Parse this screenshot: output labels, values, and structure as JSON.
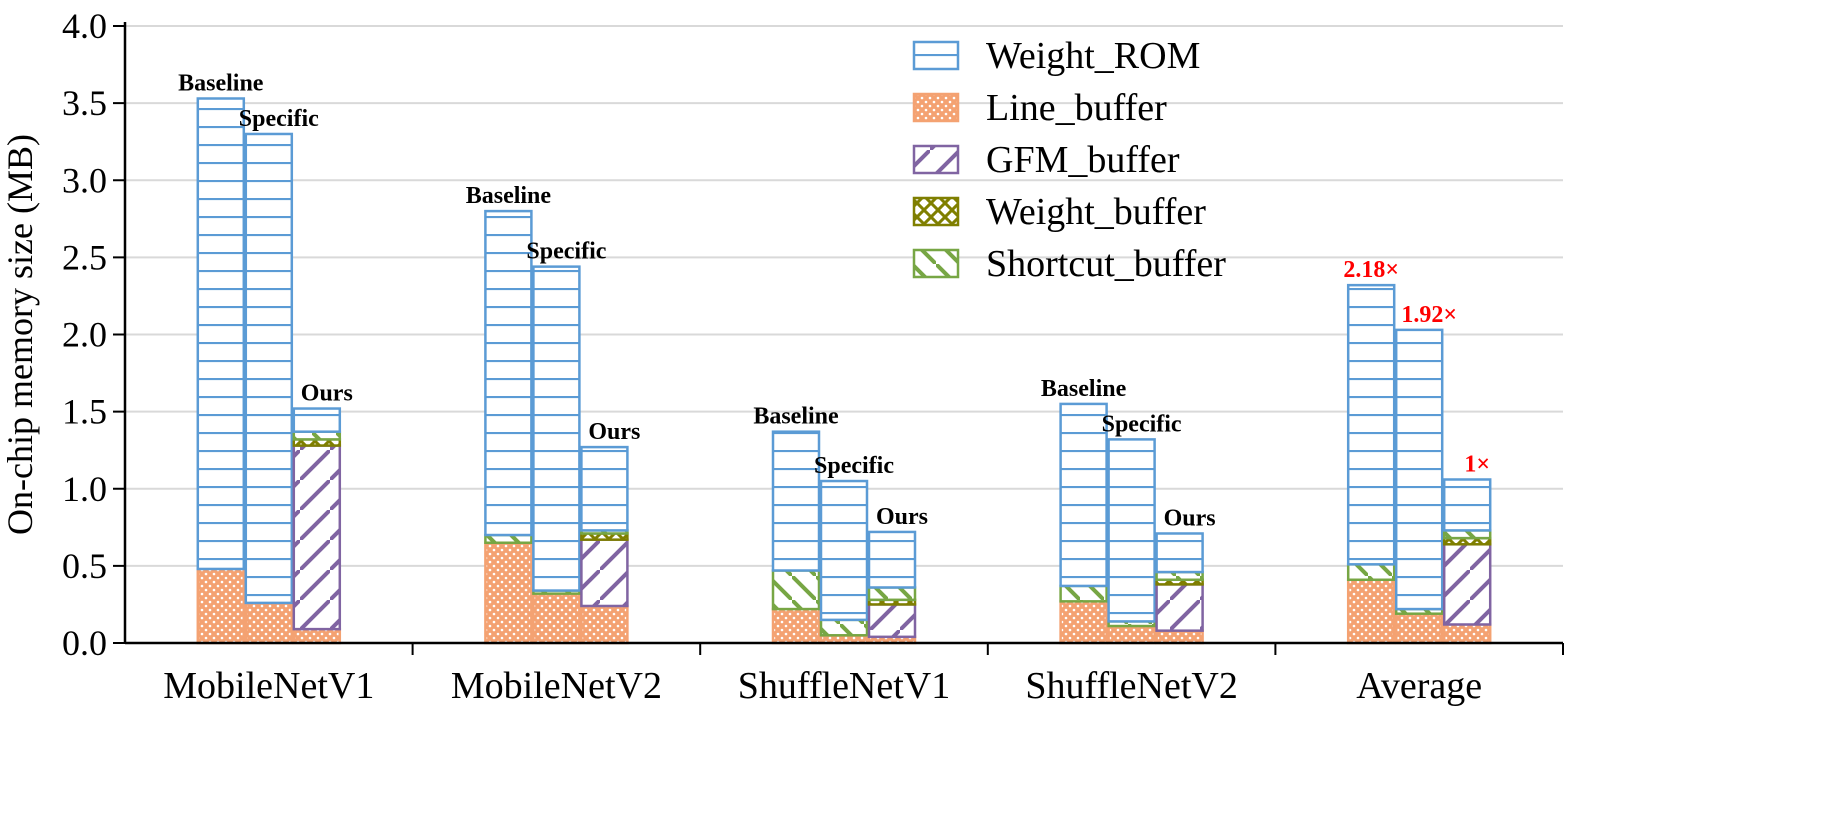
{
  "chart_data": {
    "type": "bar",
    "stacked": true,
    "xlabel": "",
    "ylabel": "On-chip memory size (MB)",
    "ylim": [
      0,
      4.0
    ],
    "yticks": [
      "0.0",
      "0.5",
      "1.0",
      "1.5",
      "2.0",
      "2.5",
      "3.0",
      "3.5",
      "4.0"
    ],
    "grid": true,
    "legend_position": "top-right",
    "groups": [
      "MobileNetV1",
      "MobileNetV2",
      "ShuffleNetV1",
      "ShuffleNetV2",
      "Average"
    ],
    "variants": [
      "Baseline",
      "Specific",
      "Ours"
    ],
    "series": [
      {
        "name": "Weight_ROM",
        "color": "#5b9bd5",
        "pattern": "hlines",
        "values": [
          [
            3.05,
            3.04,
            0.15
          ],
          [
            2.1,
            2.1,
            0.54
          ],
          [
            0.9,
            0.9,
            0.36
          ],
          [
            1.18,
            1.18,
            0.25
          ],
          [
            1.81,
            1.81,
            0.33
          ]
        ]
      },
      {
        "name": "Line_buffer",
        "color": "#f4a272",
        "pattern": "dots",
        "values": [
          [
            0.48,
            0.26,
            0.09
          ],
          [
            0.65,
            0.32,
            0.24
          ],
          [
            0.22,
            0.05,
            0.04
          ],
          [
            0.27,
            0.11,
            0.08
          ],
          [
            0.41,
            0.19,
            0.12
          ]
        ]
      },
      {
        "name": "GFM_buffer",
        "color": "#8064a2",
        "pattern": "diag",
        "values": [
          [
            0.0,
            0.0,
            1.19
          ],
          [
            0.0,
            0.0,
            0.43
          ],
          [
            0.0,
            0.0,
            0.21
          ],
          [
            0.0,
            0.0,
            0.3
          ],
          [
            0.0,
            0.0,
            0.52
          ]
        ]
      },
      {
        "name": "Weight_buffer",
        "color": "#7f7f00",
        "pattern": "cross",
        "values": [
          [
            0.0,
            0.0,
            0.04
          ],
          [
            0.0,
            0.0,
            0.04
          ],
          [
            0.0,
            0.0,
            0.03
          ],
          [
            0.0,
            0.0,
            0.03
          ],
          [
            0.0,
            0.0,
            0.04
          ]
        ]
      },
      {
        "name": "Shortcut_buffer",
        "color": "#77a644",
        "pattern": "backdiag",
        "values": [
          [
            0.0,
            0.0,
            0.05
          ],
          [
            0.05,
            0.02,
            0.02
          ],
          [
            0.25,
            0.1,
            0.08
          ],
          [
            0.1,
            0.03,
            0.05
          ],
          [
            0.1,
            0.03,
            0.05
          ]
        ]
      }
    ],
    "bar_labels": [
      [
        "Baseline",
        "Specific",
        "Ours"
      ],
      [
        "Baseline",
        "Specific",
        "Ours"
      ],
      [
        "Baseline",
        "Specific",
        "Ours"
      ],
      [
        "Baseline",
        "Specific",
        "Ours"
      ],
      [
        "2.18×",
        "1.92×",
        "1×"
      ]
    ]
  }
}
